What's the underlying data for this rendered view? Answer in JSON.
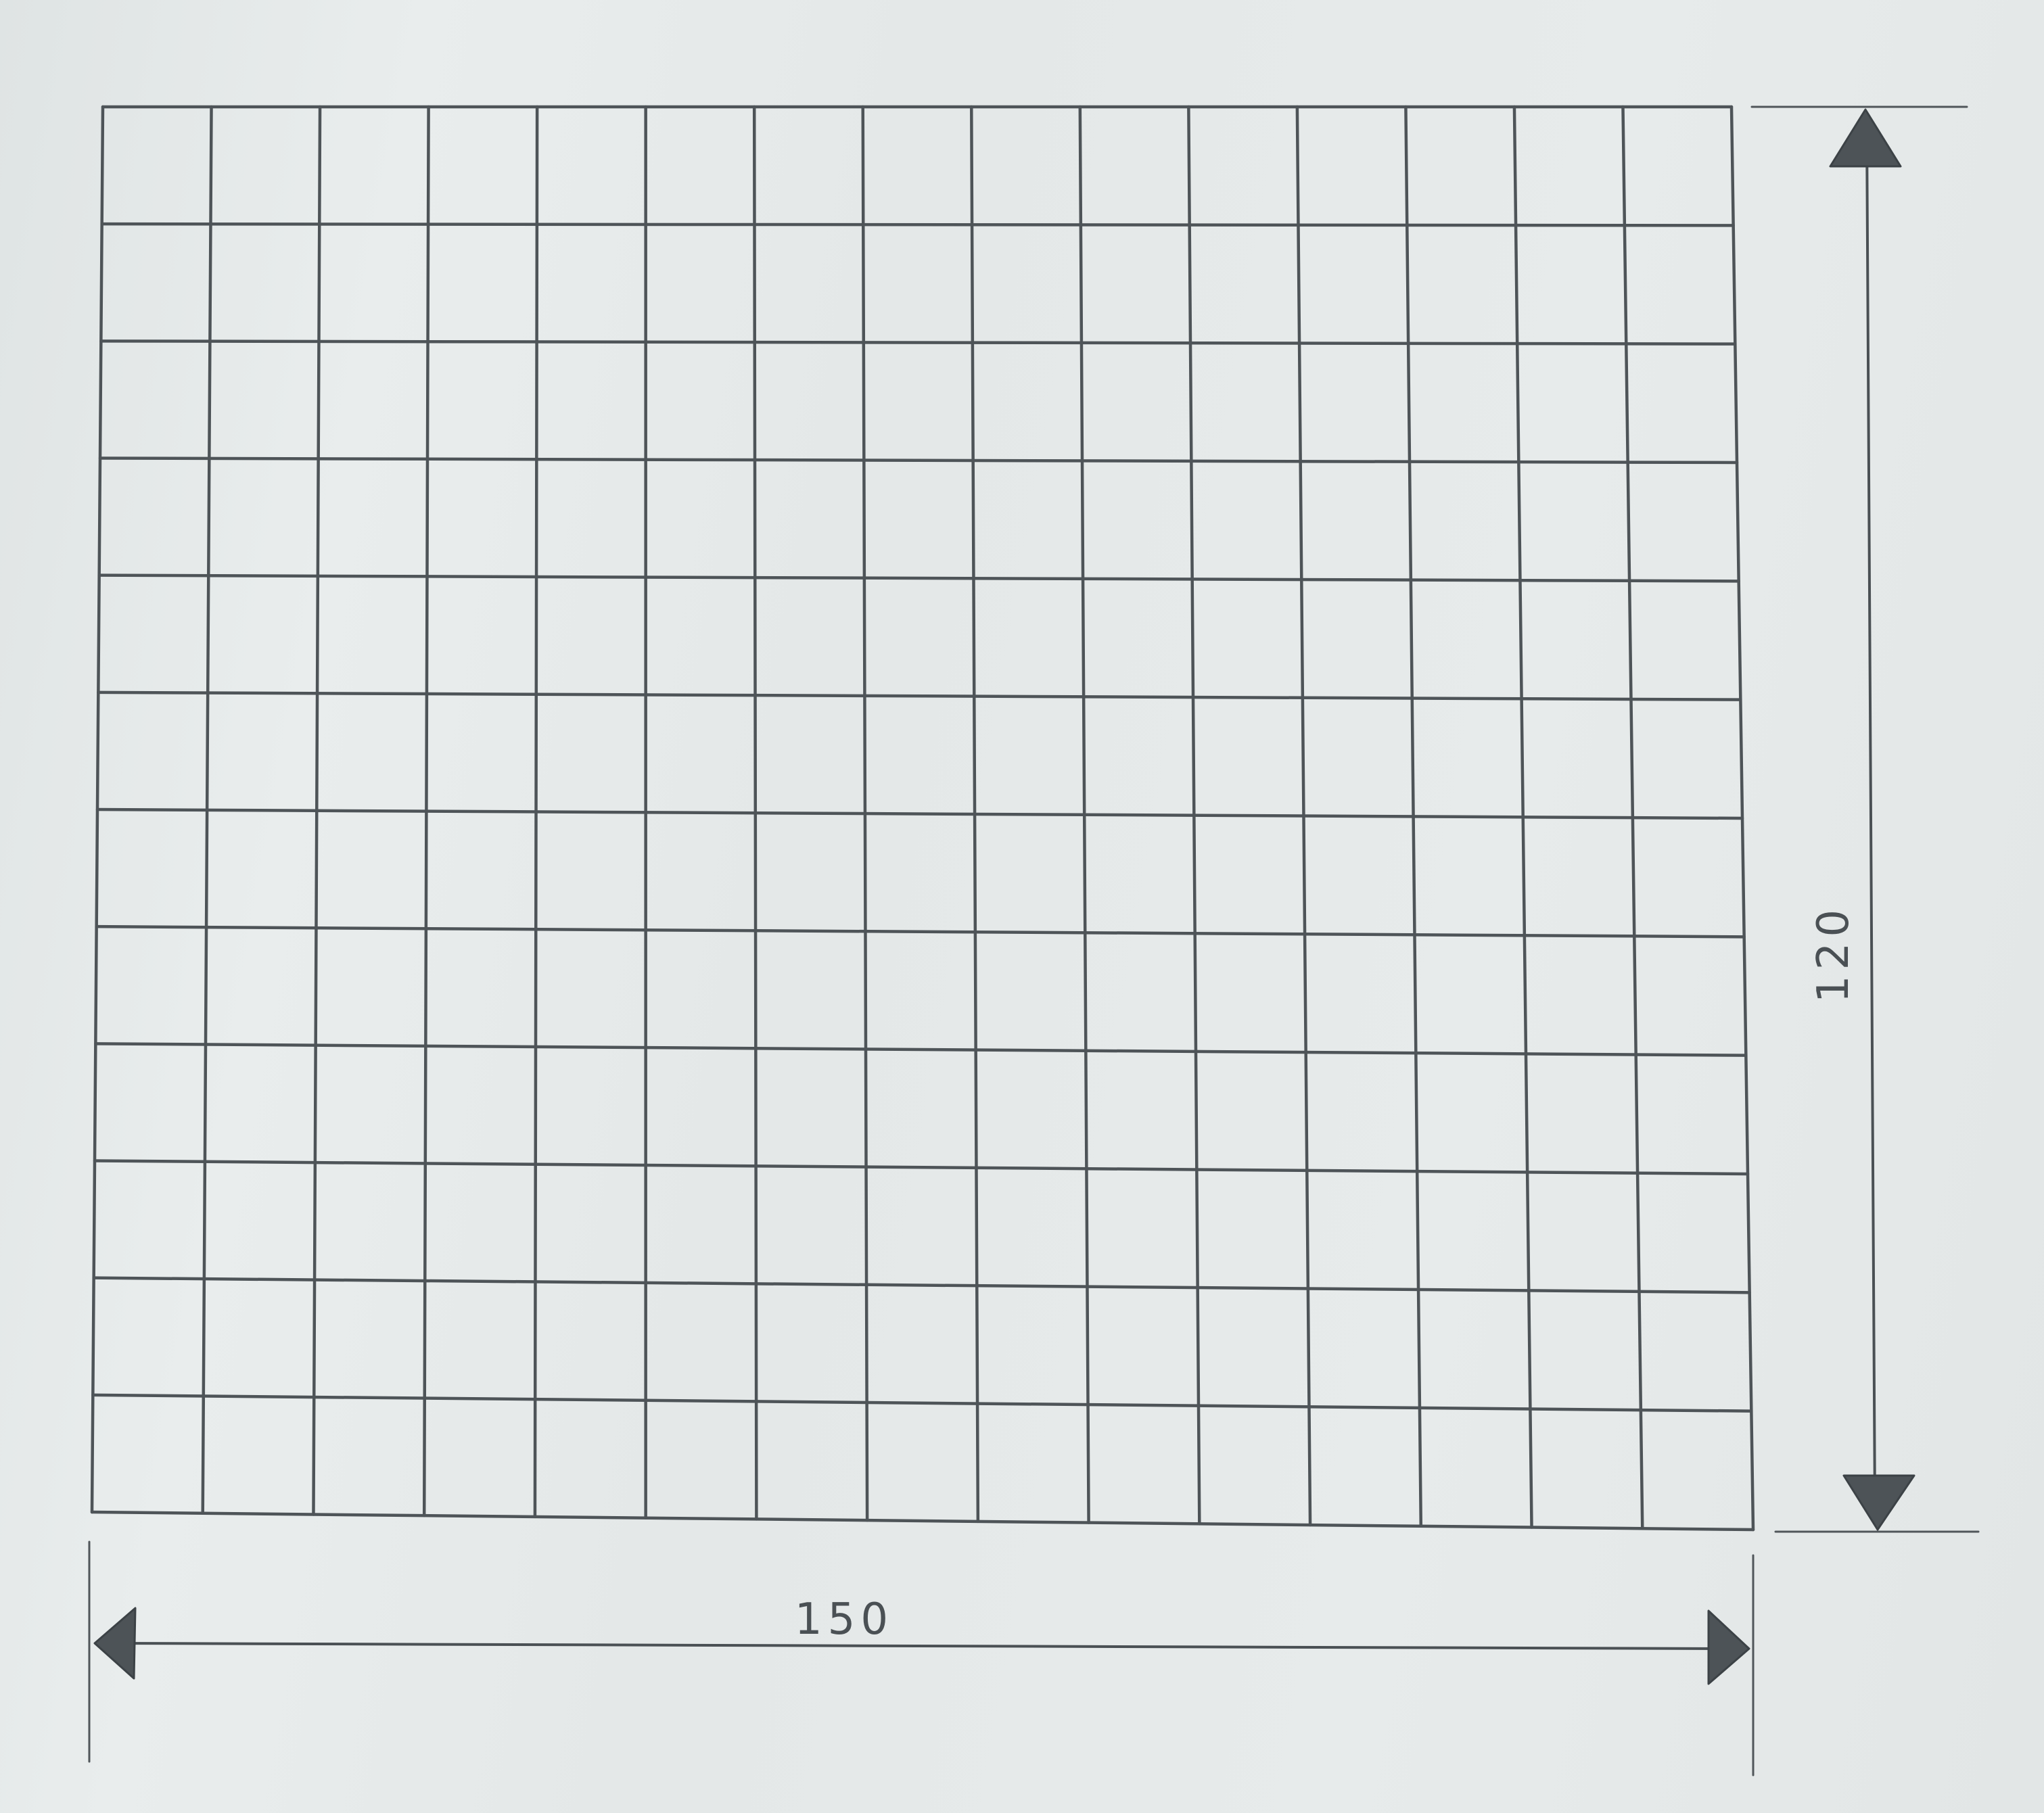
{
  "diagram": {
    "grid": {
      "columns": 15,
      "rows": 12
    },
    "dimensions": {
      "width_label": "150",
      "height_label": "120"
    },
    "colors": {
      "paper": "#e6eaea",
      "pencil": "#4e5458"
    }
  }
}
